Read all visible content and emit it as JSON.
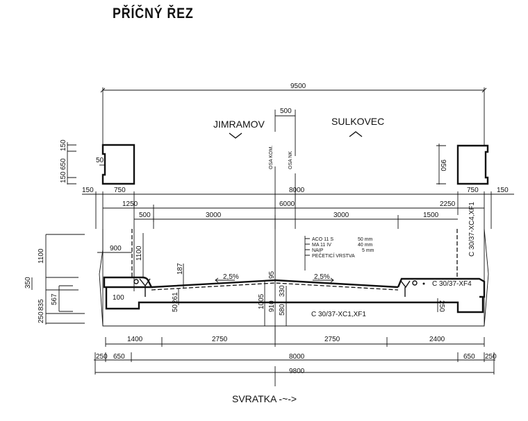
{
  "title": "PŘÍČNÝ ŘEZ",
  "directions": {
    "left": {
      "label": "JIMRAMOV",
      "arrow": "down-chevron-icon"
    },
    "right": {
      "label": "SULKOVEC",
      "arrow": "up-chevron-icon"
    },
    "river": "SVRATKA -~->"
  },
  "axes": {
    "axis_com": "OSA KOM.",
    "axis_nk": "OSA NK",
    "axis_offset": "500"
  },
  "top_dimensions": {
    "overall": "9500",
    "row1": [
      "150",
      "750",
      "8000",
      "750",
      "150"
    ],
    "row2": [
      "1250",
      "6000",
      "2250"
    ],
    "row3": [
      "500",
      "3000",
      "3000",
      "1500"
    ]
  },
  "parapet_left": {
    "heights": [
      "150",
      "650",
      "150"
    ],
    "notch": "50"
  },
  "parapet_right": {
    "height": "950"
  },
  "left_vertical_dims": {
    "rail_height": "1100",
    "a": "350",
    "b": "835",
    "c": "567",
    "d": "250"
  },
  "deck_dims": {
    "railing_offset": "900",
    "railing_height": "1100",
    "curb_step": "100",
    "d187": "187",
    "d261": "261",
    "d50": "50",
    "d95": "95",
    "d1005": "1005",
    "d910": "910",
    "d330": "330",
    "d580": "580",
    "d250r": "250"
  },
  "slopes": {
    "left": "2,5%",
    "right": "2,5%"
  },
  "layers": [
    {
      "name": "ACO 11 S",
      "thickness": "50 mm"
    },
    {
      "name": "MA 11 IV",
      "thickness": "40 mm"
    },
    {
      "name": "NAIP",
      "thickness": "5 mm"
    },
    {
      "name": "PEČETICÍ VRSTVA",
      "thickness": ""
    }
  ],
  "concrete": {
    "deck": "C 30/37-XC1,XF1",
    "cornice": "C 30/37-XF4",
    "right_vertical": "C 30/37-XC4,XF1"
  },
  "bottom_dimensions": {
    "row1": [
      "1400",
      "2750",
      "2750",
      "2400"
    ],
    "row2": [
      "250",
      "650",
      "8000",
      "650",
      "250"
    ],
    "overall": "9800"
  }
}
